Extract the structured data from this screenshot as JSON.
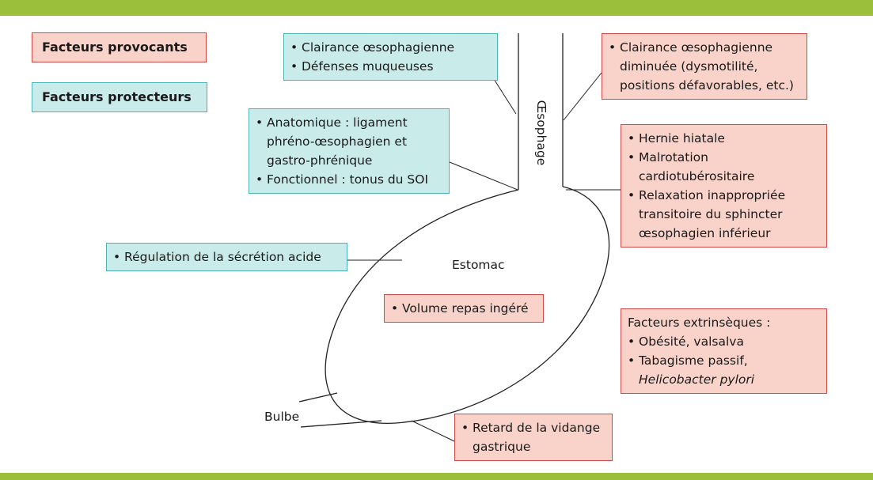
{
  "colors": {
    "bar": "#9cbf3b",
    "provoking_fill": "#f9d3c9",
    "provoking_border": "#d04a4a",
    "protective_fill": "#c9ebea",
    "protective_border": "#4fb3b3"
  },
  "legend": {
    "provoking": "Facteurs provocants",
    "protective": "Facteurs protecteurs"
  },
  "labels": {
    "esophagus": "Œsophage",
    "stomach": "Estomac",
    "bulb": "Bulbe"
  },
  "protective": {
    "esophageal": [
      "Clairance œsophagienne",
      "Défenses muqueuses"
    ],
    "anatomic": [
      "Anatomique : ligament phréno-œsophagien et gastro-phrénique",
      "Fonctionnel : tonus du SOI"
    ],
    "acid": [
      "Régulation de la sécrétion acide"
    ]
  },
  "provoking": {
    "clearance": [
      "Clairance œsophagienne diminuée (dysmotilité, positions défavorables, etc.)"
    ],
    "hernia": [
      "Hernie hiatale",
      "Malrotation cardiotubérositaire",
      "Relaxation inappropriée transitoire du sphincter œsophagien inférieur"
    ],
    "meal": [
      "Volume repas ingéré"
    ],
    "extrinsic": {
      "title": "Facteurs extrinsèques :",
      "items": [
        "Obésité, valsalva",
        "Tabagisme passif,"
      ],
      "italic": "Helicobacter pylori"
    },
    "emptying": [
      "Retard de la vidange gastrique"
    ]
  }
}
